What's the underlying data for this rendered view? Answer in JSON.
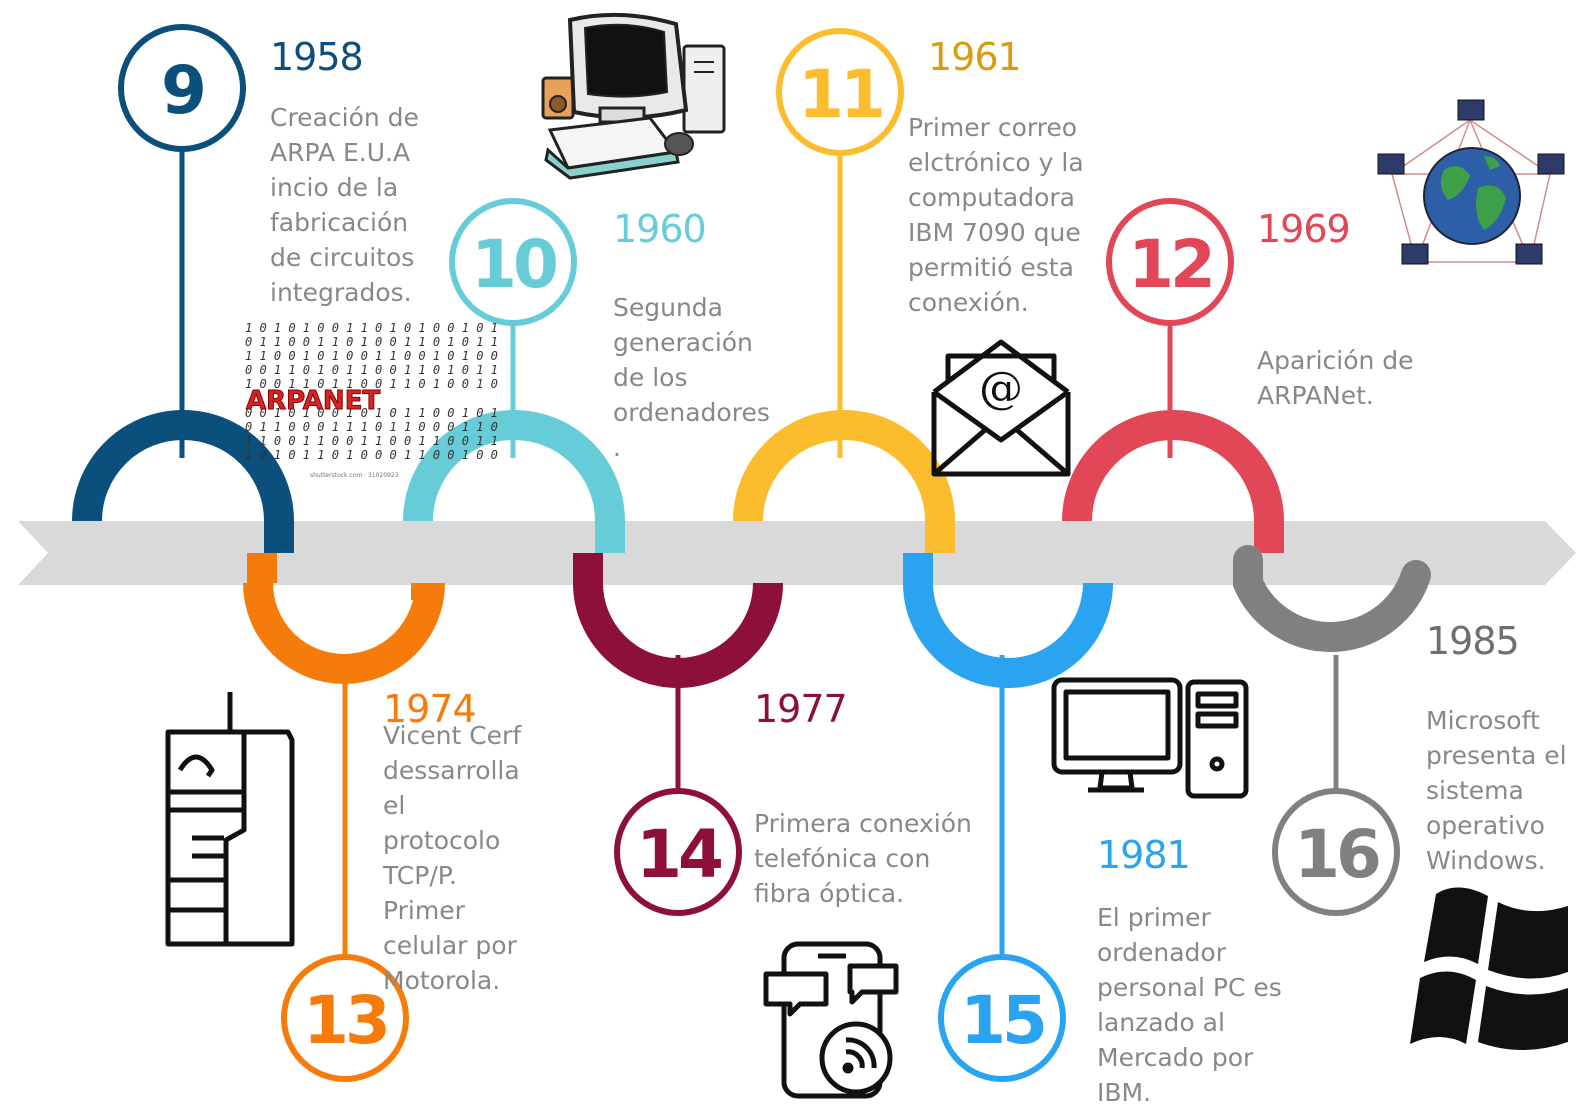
{
  "colors": {
    "band": "#d9d9d9",
    "desc_text": "#888888",
    "m9": "#0b4f7c",
    "m10": "#66cdd8",
    "m11": "#fbbc2e",
    "m12": "#e14756",
    "m13": "#f57c0a",
    "m14": "#8c1039",
    "m15": "#2aa3f0",
    "m16": "#808080"
  },
  "milestones": [
    {
      "number": "9",
      "year": "1958",
      "description": "Creación de\nARPA E.U.A\nincio de la\nfabricación\nde circuitos\nintegrados.",
      "color": "#0b4f7c",
      "image": "arpanet-binary-image"
    },
    {
      "number": "10",
      "year": "1960",
      "description": "Segunda\ngeneración\nde los\nordenadores\n.",
      "color": "#66cdd8",
      "image": "retro-computer-image"
    },
    {
      "number": "11",
      "year": "1961",
      "description": "Primer correo\nelctrónico y la\ncomputadora\nIBM 7090 que\npermitió esta\nconexión.",
      "color": "#fbbc2e",
      "image": "email-envelope-icon"
    },
    {
      "number": "12",
      "year": "1969",
      "description": "Aparición de\nARPANet.",
      "color": "#e14756",
      "image": "network-globe-image"
    },
    {
      "number": "13",
      "year": "1974",
      "description": "Vicent Cerf\ndessarrolla\nel\nprotocolo\nTCP/P.\nPrimer\ncelular por\nMotorola.",
      "color": "#f57c0a",
      "image": "brick-cellphone-icon"
    },
    {
      "number": "14",
      "year": "1977",
      "description": "Primera conexión\ntelefónica con\nfibra óptica.",
      "color": "#8c1039",
      "image": "phone-chat-icon"
    },
    {
      "number": "15",
      "year": "1981",
      "description": "El primer\nordenador\npersonal PC es\nlanzado al\nMercado por\nIBM.",
      "color": "#2aa3f0",
      "image": "desktop-pc-icon"
    },
    {
      "number": "16",
      "year": "1985",
      "description": "Microsoft\npresenta el\nsistema\noperativo\nWindows.",
      "color": "#808080",
      "image": "windows-logo-icon"
    }
  ],
  "arpanet_logo_text": "ARPANET"
}
